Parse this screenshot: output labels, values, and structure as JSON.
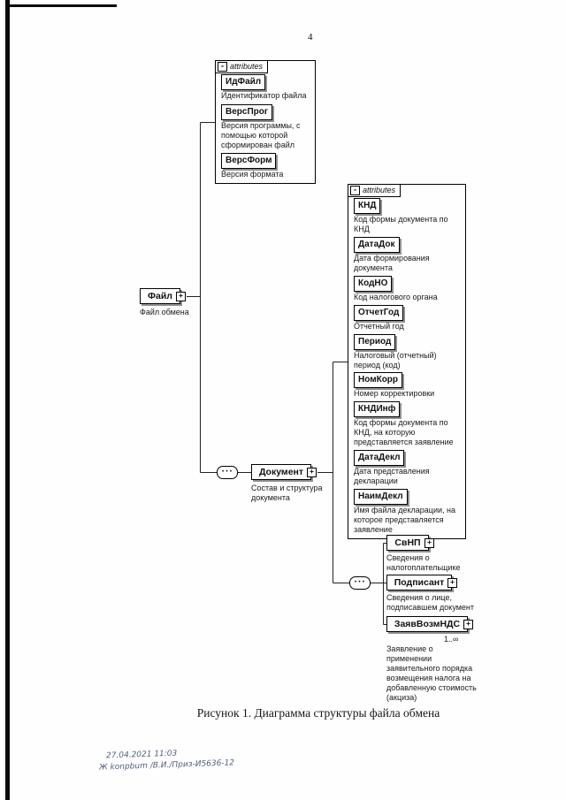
{
  "page": {
    "number": "4",
    "caption": "Рисунок 1. Диаграмма структуры файла обмена",
    "stamp_line1": "27.04.2021 11:03",
    "stamp_line2": "Ж konpbum /В.И./Приз-И5636-12"
  },
  "icons": {
    "expand": "+",
    "collapse": "-",
    "sequence": "···"
  },
  "diagram": {
    "attributes_label": "attributes",
    "root": {
      "name": "Файл",
      "annotation": "Файл обмена"
    },
    "file_attributes": [
      {
        "name": "ИдФайл",
        "annotation": "Идентификатор файла"
      },
      {
        "name": "ВерсПрог",
        "annotation": "Версия программы, с помощью которой сформирован файл"
      },
      {
        "name": "ВерсФорм",
        "annotation": "Версия формата"
      }
    ],
    "document": {
      "name": "Документ",
      "annotation": "Состав и структура документа"
    },
    "document_attributes": [
      {
        "name": "КНД",
        "annotation": "Код формы документа по КНД"
      },
      {
        "name": "ДатаДок",
        "annotation": "Дата формирования документа"
      },
      {
        "name": "КодНО",
        "annotation": "Код налогового органа"
      },
      {
        "name": "ОтчетГод",
        "annotation": "Отчетный год"
      },
      {
        "name": "Период",
        "annotation": "Налоговый (отчетный) период (код)"
      },
      {
        "name": "НомКорр",
        "annotation": "Номер корректировки"
      },
      {
        "name": "КНДИнф",
        "annotation": "Код формы документа по КНД, на которую представляется заявление"
      },
      {
        "name": "ДатаДекл",
        "annotation": "Дата представления декларации"
      },
      {
        "name": "НаимДекл",
        "annotation": "Имя файла декларации, на которое представляется заявление"
      }
    ],
    "document_children": [
      {
        "name": "СвНП",
        "occurrence": "",
        "annotation": "Сведения о налогоплательщике"
      },
      {
        "name": "Подписант",
        "occurrence": "",
        "annotation": "Сведения о лице, подписавшем документ"
      },
      {
        "name": "ЗаявВозмНДС",
        "occurrence": "1..∞",
        "annotation": "Заявление о применении заявительного порядка возмещения налога на добавленную стоимость (акциза)"
      }
    ]
  }
}
